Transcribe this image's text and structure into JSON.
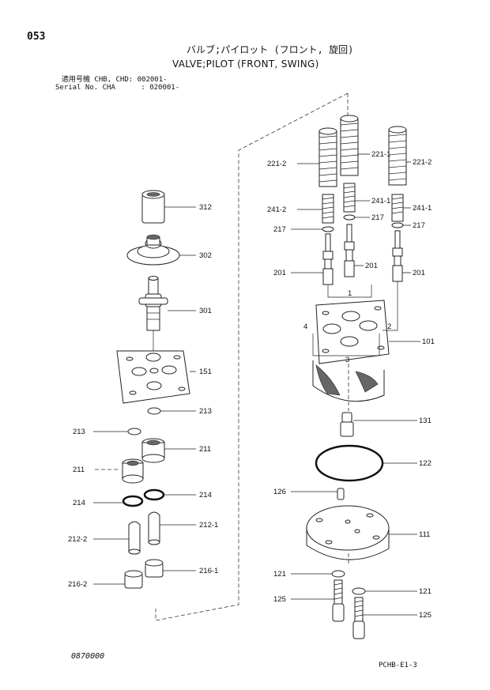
{
  "header": {
    "page_number": "053",
    "title_jp": "バルブ;パイロット (フロント, 旋回)",
    "title_en": "VALVE;PILOT (FRONT, SWING)",
    "serial_line_1": "適用号機 CHB, CHD: 002001-",
    "serial_line_2": "Serial No. CHA      : 020001-"
  },
  "callouts": {
    "c312": "312",
    "c302": "302",
    "c301": "301",
    "c151": "151",
    "c213_r": "213",
    "c213_l": "213",
    "c211_r": "211",
    "c211_l": "211",
    "c214_l": "214",
    "c214_r": "214",
    "c212_1": "212-1",
    "c212_2": "212-2",
    "c216_1": "216-1",
    "c216_2": "216-2",
    "c221_2_l": "221-2",
    "c221_1": "221-1",
    "c221_2_r": "221-2",
    "c241_2": "241-2",
    "c241_1_m": "241-1",
    "c241_1_r": "241-1",
    "c217_m": "217",
    "c217_l": "217",
    "c217_r": "217",
    "c201_l": "201",
    "c201_m": "201",
    "c201_r": "201",
    "c101": "101",
    "c131": "131",
    "c122": "122",
    "c126": "126",
    "c111": "111",
    "c121_l": "121",
    "c121_r": "121",
    "c125_l": "125",
    "c125_r": "125",
    "port1": "1",
    "port2": "2",
    "port3": "3",
    "port4": "4"
  },
  "footer": {
    "doc_code": "0870000",
    "page_ref": "PCHB-E1-3"
  }
}
